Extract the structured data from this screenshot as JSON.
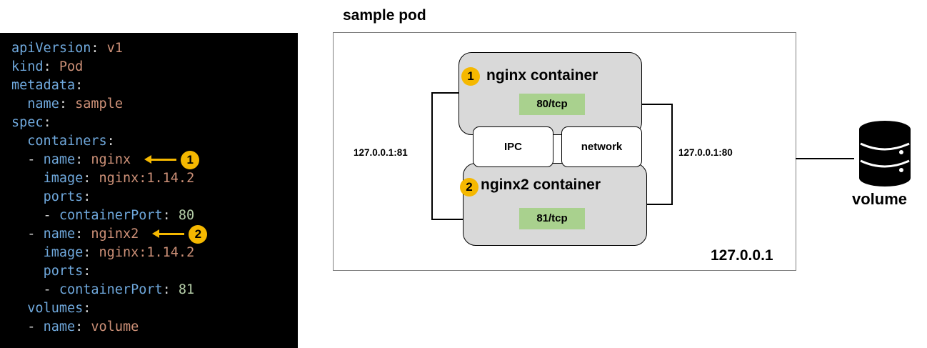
{
  "code": {
    "lines": [
      {
        "indent": "",
        "key": "apiVersion",
        "colon": ": ",
        "value": "v1",
        "vtype": "v"
      },
      {
        "indent": "",
        "key": "kind",
        "colon": ": ",
        "value": "Pod",
        "vtype": "v"
      },
      {
        "indent": "",
        "key": "metadata",
        "colon": ":",
        "value": "",
        "vtype": "v"
      },
      {
        "indent": "  ",
        "key": "name",
        "colon": ": ",
        "value": "sample",
        "vtype": "v"
      },
      {
        "indent": "",
        "key": "spec",
        "colon": ":",
        "value": "",
        "vtype": "v"
      },
      {
        "indent": "  ",
        "key": "containers",
        "colon": ":",
        "value": "",
        "vtype": "v"
      },
      {
        "indent": "  - ",
        "key": "name",
        "colon": ": ",
        "value": "nginx",
        "vtype": "v"
      },
      {
        "indent": "    ",
        "key": "image",
        "colon": ": ",
        "value": "nginx:1.14.2",
        "vtype": "v"
      },
      {
        "indent": "    ",
        "key": "ports",
        "colon": ":",
        "value": "",
        "vtype": "v"
      },
      {
        "indent": "    - ",
        "key": "containerPort",
        "colon": ": ",
        "value": "80",
        "vtype": "n"
      },
      {
        "indent": "  - ",
        "key": "name",
        "colon": ": ",
        "value": "nginx2",
        "vtype": "v"
      },
      {
        "indent": "    ",
        "key": "image",
        "colon": ": ",
        "value": "nginx:1.14.2",
        "vtype": "v"
      },
      {
        "indent": "    ",
        "key": "ports",
        "colon": ":",
        "value": "",
        "vtype": "v"
      },
      {
        "indent": "    - ",
        "key": "containerPort",
        "colon": ": ",
        "value": "81",
        "vtype": "n"
      },
      {
        "indent": "  ",
        "key": "volumes",
        "colon": ":",
        "value": "",
        "vtype": "v"
      },
      {
        "indent": "  - ",
        "key": "name",
        "colon": ": ",
        "value": "volume",
        "vtype": "v"
      }
    ],
    "markers": [
      {
        "line": 6,
        "label": "1"
      },
      {
        "line": 10,
        "label": "2"
      }
    ]
  },
  "diagram": {
    "title": "sample pod",
    "pod_ip": "127.0.0.1",
    "container1": {
      "badge": "1",
      "title": "nginx container",
      "port": "80/tcp"
    },
    "container2": {
      "badge": "2",
      "title": "nginx2 container",
      "port": "81/tcp"
    },
    "shared": {
      "ipc": "IPC",
      "network": "network"
    },
    "links": {
      "left": "127.0.0.1:81",
      "right": "127.0.0.1:80"
    },
    "volume": {
      "label": "volume"
    }
  },
  "colors": {
    "code_bg": "#000000",
    "yaml_key": "#6fa8dc",
    "yaml_value": "#ce9178",
    "yaml_number": "#b5cea8",
    "badge": "#f5b800",
    "container_fill": "#d9d9d9",
    "port_fill": "#a9d18e"
  }
}
